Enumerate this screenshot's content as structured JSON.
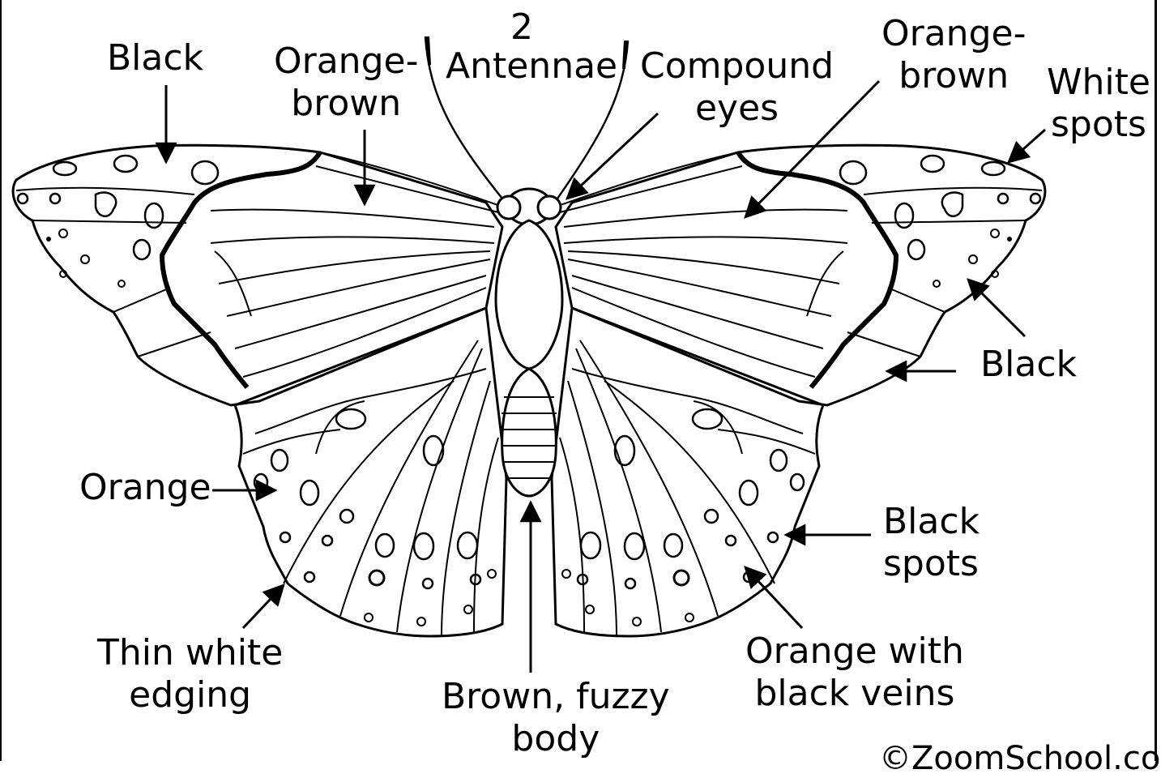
{
  "labels": {
    "antennae_count": "2",
    "antennae": "Antennae",
    "compound_eyes_1": "Compound",
    "compound_eyes_2": "eyes",
    "black_forewing_left": "Black",
    "orange_brown_left_1": "Orange-",
    "orange_brown_left_2": "brown",
    "orange_brown_right_1": "Orange-",
    "orange_brown_right_2": "brown",
    "white_spots_1": "White",
    "white_spots_2": "spots",
    "black_right": "Black",
    "orange": "Orange",
    "black_spots_1": "Black",
    "black_spots_2": "spots",
    "thin_white_edging_1": "Thin white",
    "thin_white_edging_2": "edging",
    "body_1": "Brown, fuzzy",
    "body_2": "body",
    "orange_veins_1": "Orange with",
    "orange_veins_2": "black veins"
  },
  "credit": "©ZoomSchool.com"
}
